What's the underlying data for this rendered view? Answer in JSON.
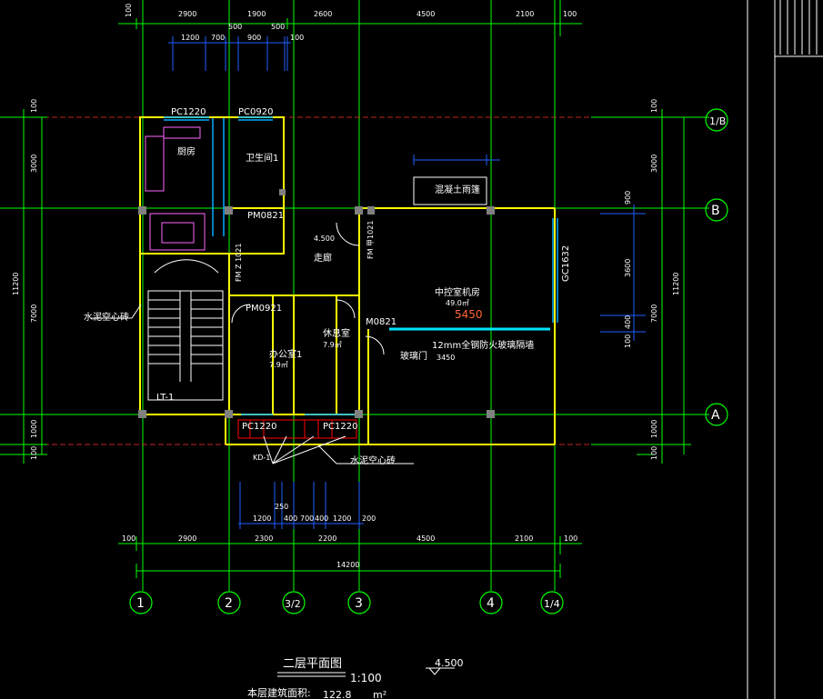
{
  "colors": {
    "background": "#000000",
    "grid_axis": "#00ff00",
    "center_line": "#ff3030",
    "wall": "#ffff00",
    "window": "#00aaff",
    "pillar": "#808080",
    "dimension": "#2060ff",
    "text": "#ffffff",
    "hatch": "#ff0000",
    "partition": "#00e5ff"
  },
  "top_dimensions": {
    "outer": [
      "100",
      "2900",
      "1900",
      "2600",
      "4500",
      "2100",
      "100"
    ],
    "inner": [
      "1200",
      "700",
      "500",
      "900",
      "500",
      "100"
    ],
    "inner_mid": [
      "500",
      "900"
    ]
  },
  "bottom_dimensions": {
    "row1": [
      "1200",
      "250",
      "400",
      "700",
      "400",
      "1200",
      "200"
    ],
    "row2": [
      "100",
      "2900",
      "2300",
      "2200",
      "4500",
      "2100",
      "100"
    ],
    "total": "14200"
  },
  "left_dimensions": [
    "100",
    "3000",
    "7000",
    "1000",
    "100"
  ],
  "left_total": "11200",
  "right_dimensions": [
    "100",
    "3000",
    "7000",
    "1000",
    "100"
  ],
  "right_inner": [
    "900",
    "3600",
    "400",
    "100"
  ],
  "right_total": "11200",
  "axes_vertical": [
    "1",
    "2",
    "3/2",
    "3",
    "4",
    "1/4"
  ],
  "axes_horizontal": [
    "1/B",
    "B",
    "A"
  ],
  "rooms": {
    "kitchen": "厨房",
    "bathroom": "卫生间1",
    "corridor": "走廊",
    "control_room": "中控室机房",
    "rest_room": "休息室",
    "office": "办公室1",
    "glass_door": "玻璃门",
    "concrete_stair": "混凝土雨篷",
    "stair": "LT-1",
    "wall_note_left": "水泥空心砖",
    "wall_note_bottom": "水泥空心砖",
    "kd_label": "KD-1",
    "partition_note": "12mm全钢防火玻璃隔墙",
    "partition_dim": "5450",
    "control_area": "49.0㎡",
    "rest_area": "7.9㎡",
    "office_area": "7.9㎡",
    "level_mark": "4.500",
    "glass_dim": "3450"
  },
  "openings": {
    "pc1220_top": "PC1220",
    "pc0920": "PC0920",
    "pm0821_a": "PM0821",
    "fm_a": "FM 甲1021",
    "pm0921": "PM0921",
    "m0821": "M0821",
    "pc1220_bl": "PC1220",
    "pc1220_br": "PC1220",
    "gc": "GC1632",
    "fm_z": "FM Z 1021"
  },
  "title": {
    "name": "二层平面图",
    "scale": "1:100",
    "level": "4.500",
    "area_label": "本层建筑面积:",
    "area_value": "122.8",
    "area_unit": "m²"
  }
}
